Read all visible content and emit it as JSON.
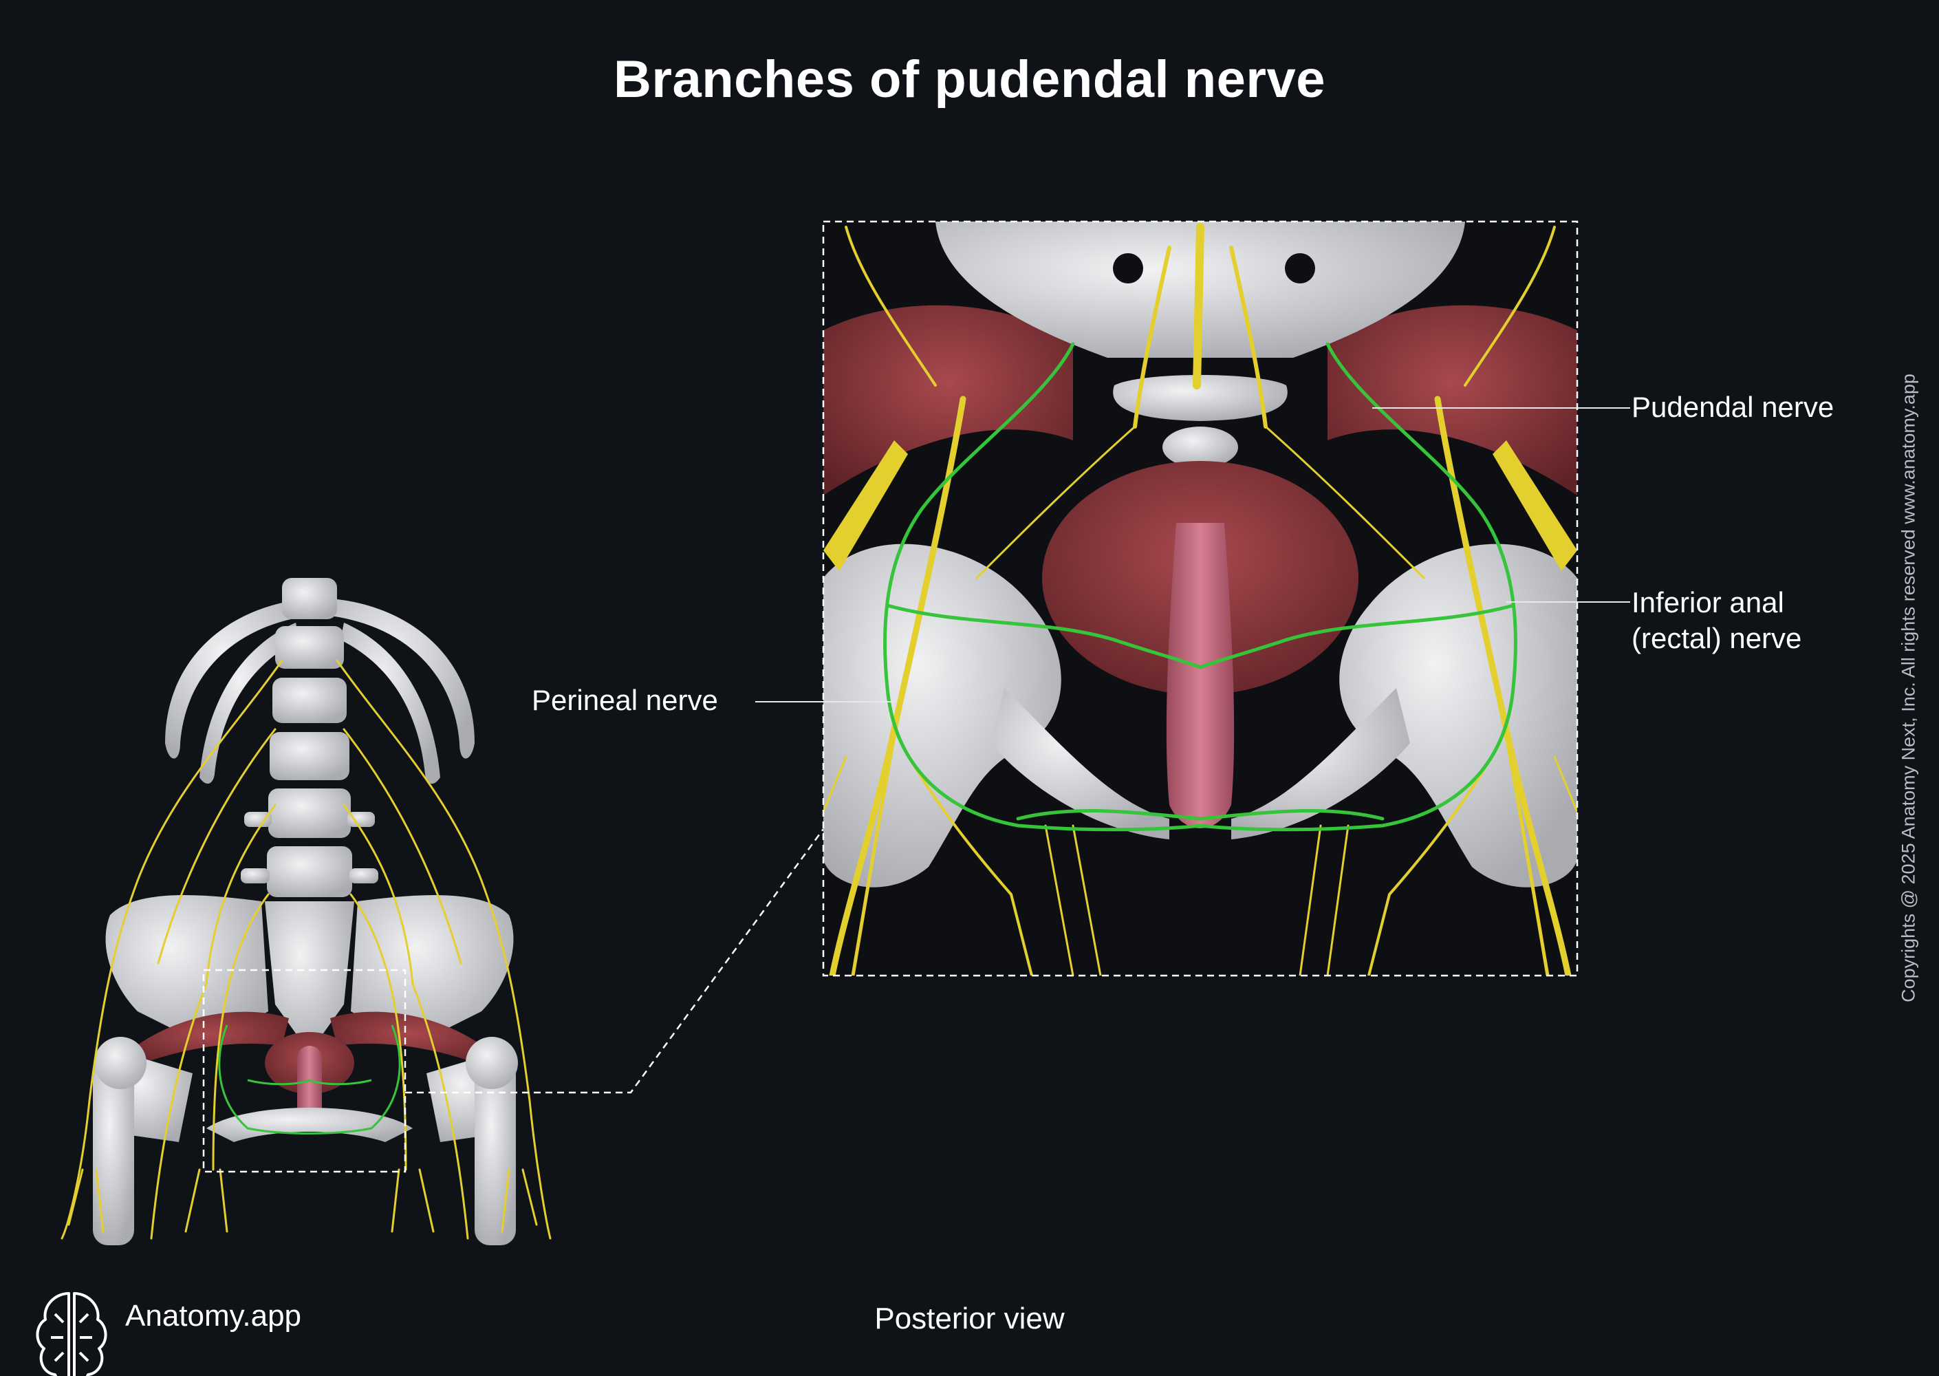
{
  "title": "Branches of pudendal nerve",
  "labels": {
    "pudendal": "Pudendal nerve",
    "inferior_anal_line1": "Inferior anal",
    "inferior_anal_line2": "(rectal) nerve",
    "perineal": "Perineal nerve"
  },
  "view_caption": "Posterior view",
  "brand": {
    "name": "Anatomy.app",
    "logo_icon": "brain-icon"
  },
  "copyright": "Copyrights @ 2025 Anatomy Next, Inc. All rights reserved www.anatomy.app",
  "colors": {
    "background": "#0f1217",
    "bone": "#d8d9dc",
    "muscle": "#8a3a3e",
    "nerve": "#e3cf2e",
    "pudendal_branch": "#35c43a",
    "leader": "#e8e8e8"
  }
}
